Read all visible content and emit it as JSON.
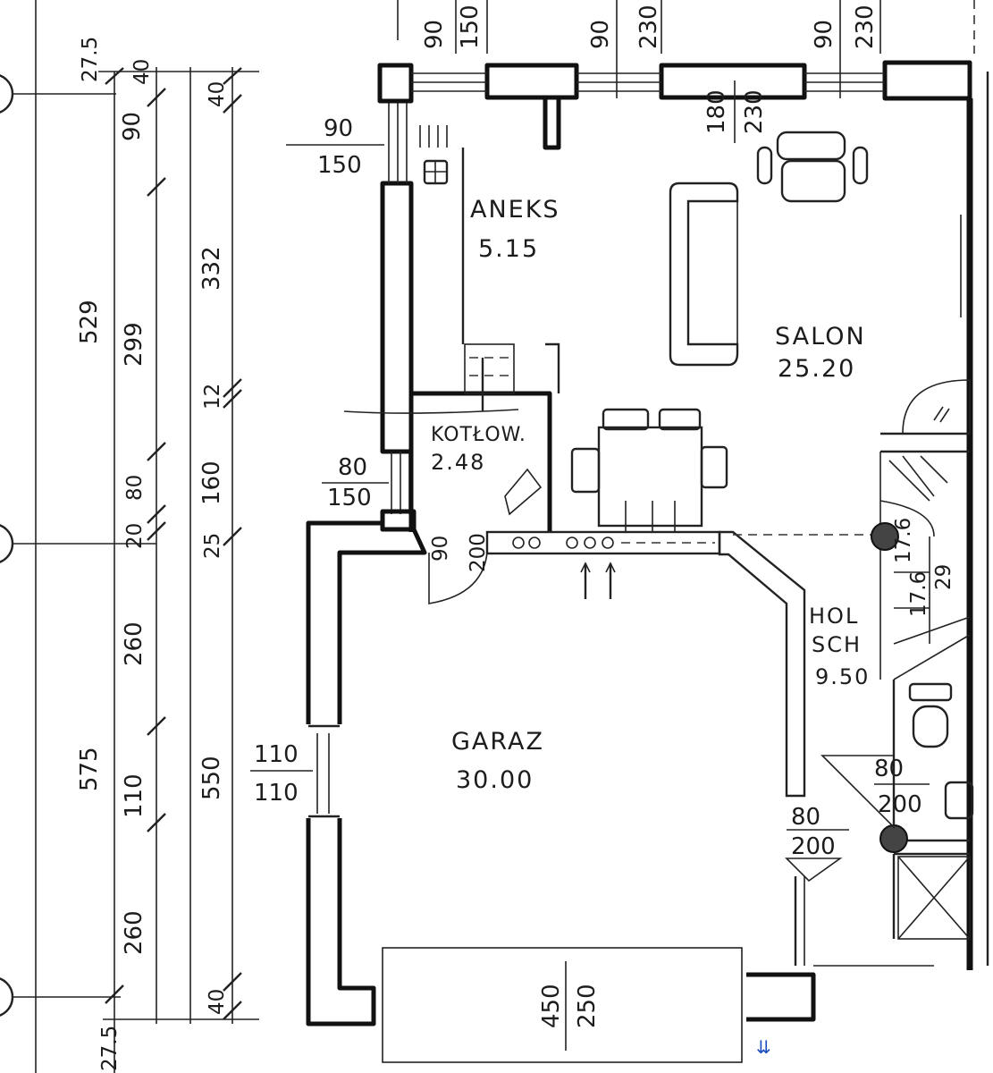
{
  "rooms": {
    "aneks": {
      "name": "ANEKS",
      "area": "5.15"
    },
    "salon": {
      "name": "SALON",
      "area": "25.20"
    },
    "kotlownia": {
      "name": "KOTŁOW.",
      "area": "2.48"
    },
    "hol_line1": "HOL",
    "hol_line2": "SCH",
    "hol_area": "9.50",
    "garaz": {
      "name": "GARAZ",
      "area": "30.00"
    }
  },
  "dimensions": {
    "top": [
      {
        "w": "90",
        "h": "150"
      },
      {
        "w": "90",
        "h": "230"
      },
      {
        "w": "90",
        "h": "230"
      }
    ],
    "left_outer": [
      "27.5",
      "529",
      "575",
      "27.5"
    ],
    "left_middle": [
      "40",
      "90",
      "299",
      "80",
      "20",
      "260",
      "110",
      "260"
    ],
    "left_inner": [
      "40",
      "332",
      "12",
      "160",
      "25",
      "550",
      "40"
    ],
    "window_aneks": {
      "w": "90",
      "h": "150"
    },
    "window_kotlownia": {
      "w": "80",
      "h": "150"
    },
    "window_garaz": {
      "w": "110",
      "h": "110"
    },
    "salon_window": {
      "w": "180",
      "h": "230"
    },
    "kotlownia_door": {
      "w": "90",
      "h": "200"
    },
    "garage_door": {
      "w": "450",
      "h": "250"
    },
    "hall_door": {
      "w": "80",
      "h": "200"
    },
    "bath_door": {
      "w": "80",
      "h": "200"
    },
    "stairs": {
      "a": "17.6",
      "b": "17.6",
      "c": "29"
    }
  },
  "colors": {
    "ink": "#111111",
    "paper": "#ffffff",
    "accent_marker": "#1f4fbf"
  }
}
